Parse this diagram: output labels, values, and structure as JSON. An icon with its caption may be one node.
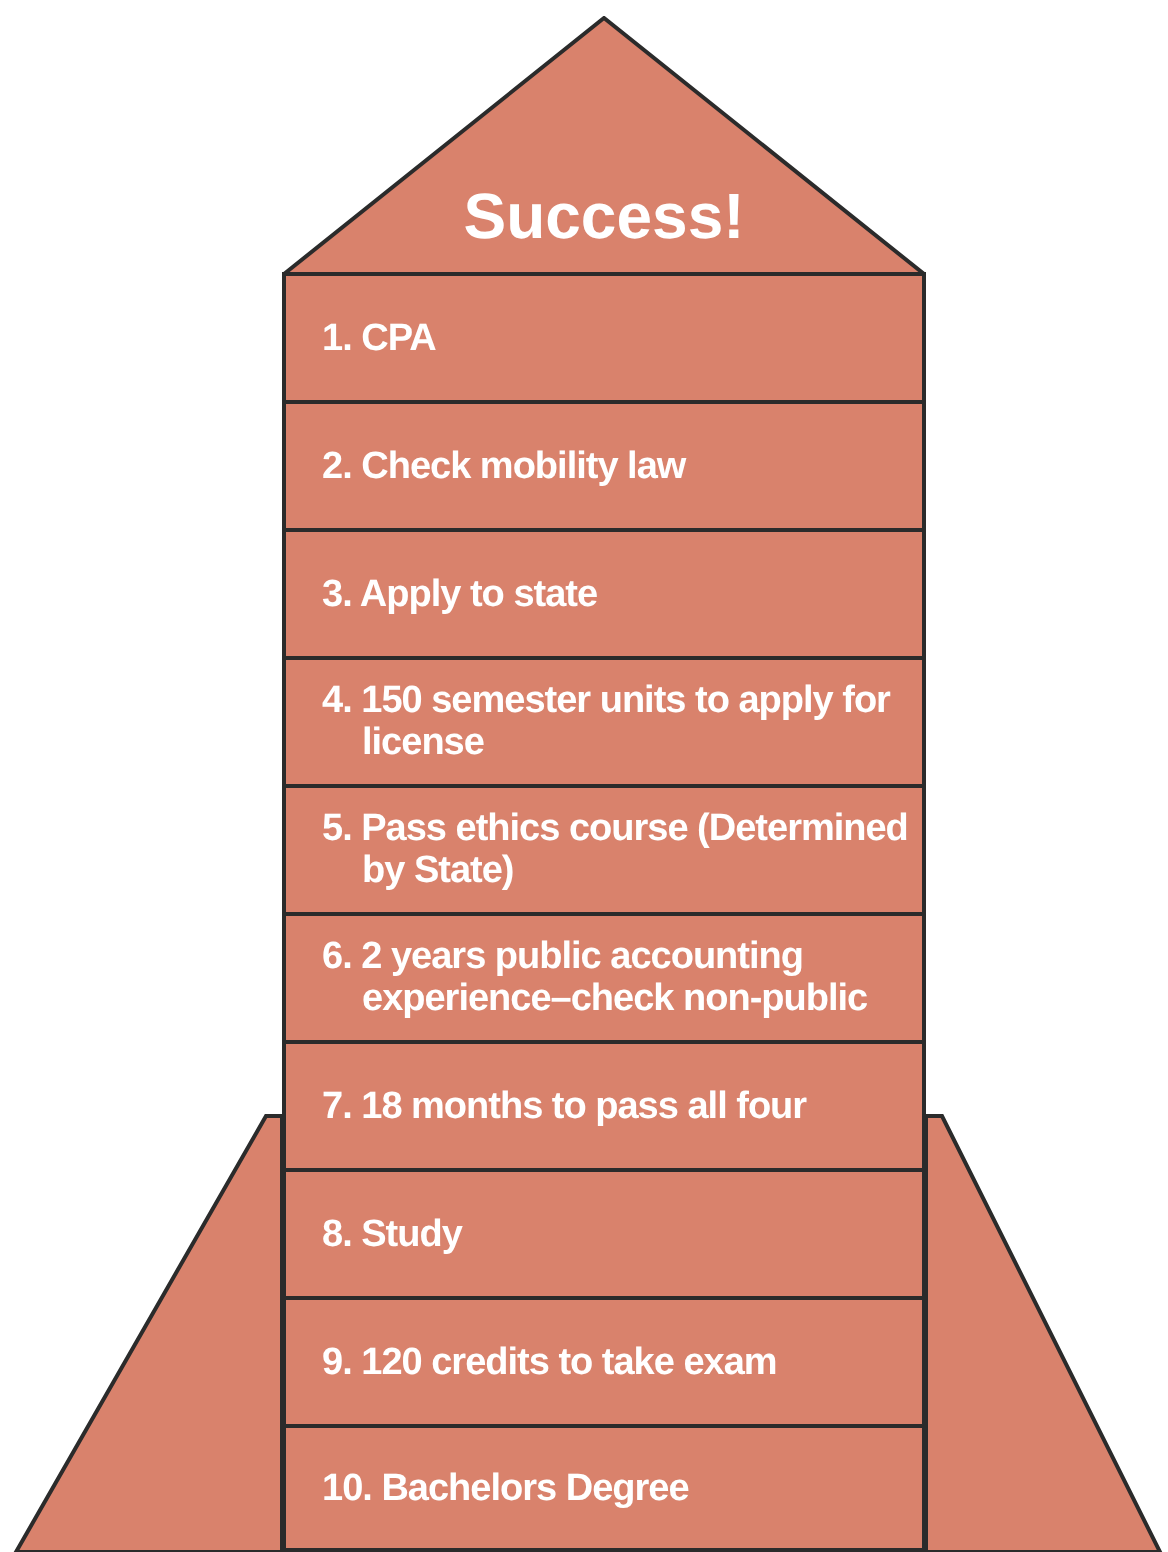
{
  "diagram": {
    "nodes": [
      {
        "text": [
          "Success!"
        ]
      },
      {
        "text": [
          "1. CPA"
        ]
      },
      {
        "text": [
          "2. Check mobility law"
        ]
      },
      {
        "text": [
          "3. Apply to state"
        ]
      },
      {
        "text": [
          "4. 150 semester units to apply for license"
        ]
      },
      {
        "text": [
          "5. Pass ethics course (Determined by State)"
        ]
      },
      {
        "text": [
          "6. 2 years public accounting experience–check non-public"
        ]
      },
      {
        "text": [
          "7. 18 months to pass all four"
        ]
      },
      {
        "text": [
          "8. Study"
        ]
      },
      {
        "text": [
          "9. 120 credits to take exam"
        ]
      },
      {
        "text": [
          "10. Bachelors Degree"
        ]
      }
    ]
  }
}
